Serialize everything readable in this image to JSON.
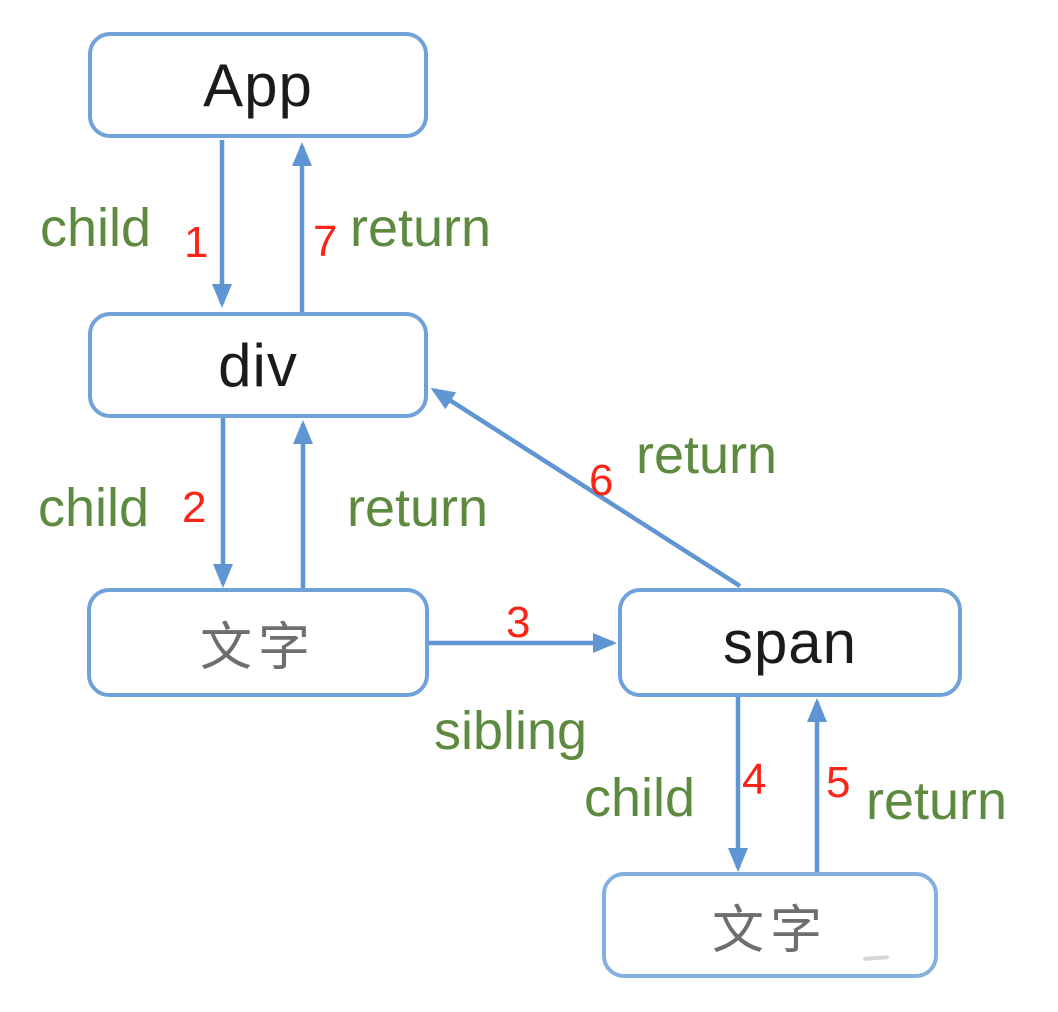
{
  "diagram": {
    "type": "flow-diagram",
    "nodes": [
      {
        "id": "app",
        "label": "App",
        "text_color": "#1b1b1b"
      },
      {
        "id": "div",
        "label": "div",
        "text_color": "#1b1b1b"
      },
      {
        "id": "text-left",
        "label": "文字",
        "text_color": "#6e6e6e"
      },
      {
        "id": "span",
        "label": "span",
        "text_color": "#1b1b1b"
      },
      {
        "id": "text-bottom",
        "label": "文字",
        "text_color": "#6e6e6e"
      }
    ],
    "labels": {
      "child_1_text": "child",
      "child_1_num": "1",
      "return_7_num": "7",
      "return_7_text": "return",
      "child_2_text": "child",
      "child_2_num": "2",
      "return_div_text": "return",
      "return_6_num": "6",
      "return_6_text": "return",
      "sibling_3_num": "3",
      "sibling_3_text": "sibling",
      "child_4_text": "child",
      "child_4_num": "4",
      "return_5_num": "5",
      "return_5_text": "return"
    },
    "edges": [
      {
        "order": "1",
        "type": "child",
        "from": "App",
        "to": "div"
      },
      {
        "order": "2",
        "type": "child",
        "from": "div",
        "to": "文字"
      },
      {
        "order": "3",
        "type": "sibling",
        "from": "文字",
        "to": "span"
      },
      {
        "order": "4",
        "type": "child",
        "from": "span",
        "to": "文字"
      },
      {
        "order": "5",
        "type": "return",
        "from": "文字",
        "to": "span"
      },
      {
        "order": "6",
        "type": "return",
        "from": "span",
        "to": "div"
      },
      {
        "order": "7",
        "type": "return",
        "from": "div",
        "to": "App"
      }
    ],
    "colors": {
      "arrow_blue": "#6095d3",
      "box_border_blue": "#6fa2d9",
      "box_border_blue_light": "#84afdf",
      "label_green": "#5d8a3e",
      "number_red": "#fa2417",
      "box_text_black": "#1b1b1b",
      "box_text_gray": "#6e6e6e",
      "background": "#ffffff"
    }
  }
}
